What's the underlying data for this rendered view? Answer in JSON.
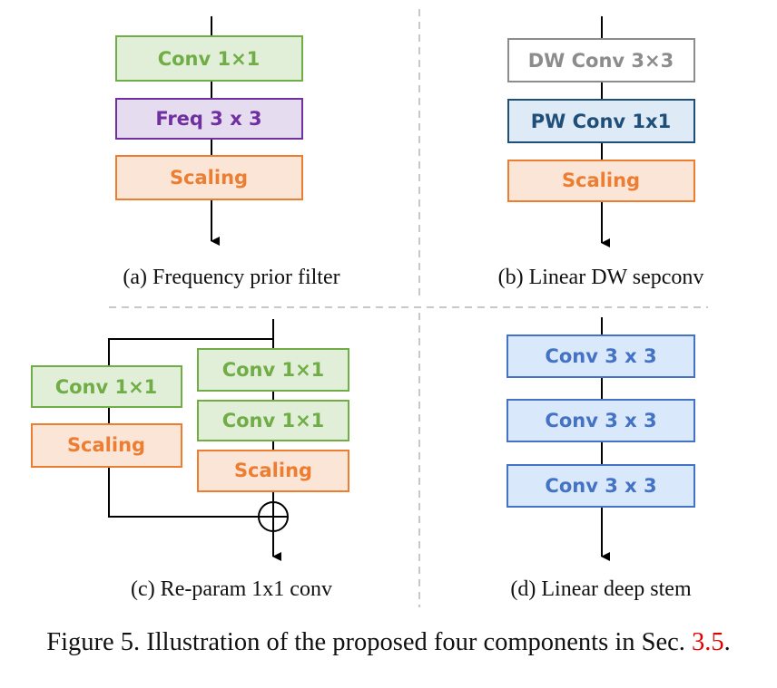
{
  "colors": {
    "green": {
      "fill": "#e1efd9",
      "stroke": "#70ad47",
      "text": "#70ad47"
    },
    "purple": {
      "fill": "#e6dcf0",
      "stroke": "#7030a0",
      "text": "#7030a0"
    },
    "orange": {
      "fill": "#fbe5d6",
      "stroke": "#ed7d31",
      "text": "#ed7d31"
    },
    "gray": {
      "fill": "#ffffff",
      "stroke": "#8c8c8c",
      "text": "#8c8c8c"
    },
    "navy": {
      "fill": "#deebf7",
      "stroke": "#1f4e79",
      "text": "#1f4e79"
    },
    "blue": {
      "fill": "#dae8fb",
      "stroke": "#4472c4",
      "text": "#4472c4"
    }
  },
  "panels": {
    "a": {
      "caption": "(a) Frequency prior filter",
      "blocks": [
        "Conv 1×1",
        "Freq 3 x 3",
        "Scaling"
      ]
    },
    "b": {
      "caption": "(b) Linear DW sepconv",
      "blocks": [
        "DW Conv 3×3",
        "PW Conv 1x1",
        "Scaling"
      ]
    },
    "c": {
      "caption": "(c) Re-param 1x1 conv",
      "left_blocks": [
        "Conv 1×1",
        "Scaling"
      ],
      "right_blocks": [
        "Conv 1×1",
        "Conv 1×1",
        "Scaling"
      ]
    },
    "d": {
      "caption": "(d) Linear deep stem",
      "blocks": [
        "Conv 3 x 3",
        "Conv 3 x 3",
        "Conv 3 x 3"
      ]
    }
  },
  "figure_caption": {
    "prefix": "Figure 5. Illustration of the proposed four components in Sec. ",
    "ref": "3.5",
    "suffix": "."
  }
}
